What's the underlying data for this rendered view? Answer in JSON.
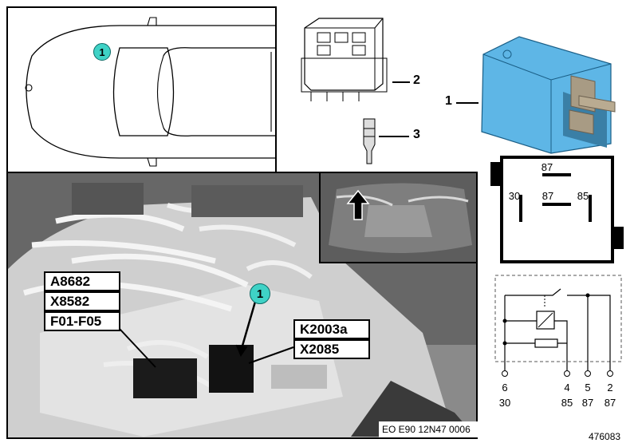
{
  "top_left_panel": {
    "callout": "1"
  },
  "parts": [
    {
      "number": "2"
    },
    {
      "number": "3"
    },
    {
      "number": "1"
    }
  ],
  "photo": {
    "callout": "1",
    "labels_left": [
      "A8682",
      "X8582",
      "F01-F05"
    ],
    "labels_right": [
      "K2003a",
      "X2085"
    ],
    "code": "EO E90 12N47 0006"
  },
  "relay_pinout": {
    "top": "87",
    "left": "30",
    "center": "87",
    "right": "85"
  },
  "circuit": {
    "pins": [
      {
        "top": "6",
        "bottom": "30"
      },
      {
        "top": "4",
        "bottom": "85"
      },
      {
        "top": "5",
        "bottom": "87"
      },
      {
        "top": "2",
        "bottom": "87"
      }
    ]
  },
  "diagram_id": "476083",
  "colors": {
    "relay_blue": "#5eb6e6",
    "callout_cyan": "#3fd2c6"
  }
}
